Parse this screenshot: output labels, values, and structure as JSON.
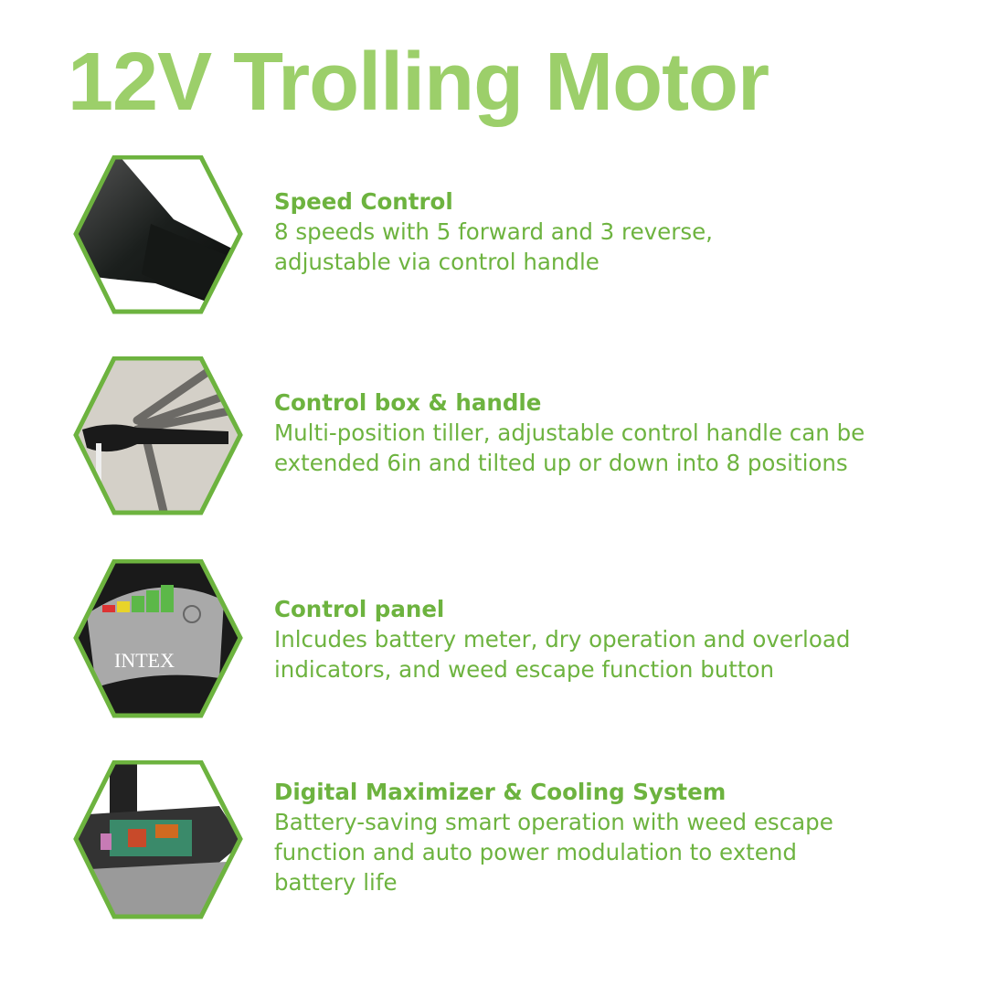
{
  "title": "12V Trolling Motor",
  "colors": {
    "title": "#9ccf6a",
    "accent": "#6db33f"
  },
  "features": [
    {
      "heading": "Speed Control",
      "lines": [
        "8 speeds with 5 forward and 3 reverse,",
        "adjustable via control handle"
      ],
      "image": "speed-control-handle-photo"
    },
    {
      "heading": "Control box & handle",
      "lines": [
        "Multi-position tiller, adjustable control handle can be",
        "extended 6in and tilted up or down into 8 positions"
      ],
      "image": "tiller-handle-photo"
    },
    {
      "heading": "Control panel",
      "lines": [
        "Inlcudes battery meter, dry operation and overload",
        "indicators, and weed escape function button"
      ],
      "image": "control-panel-photo",
      "brand": "INTEX"
    },
    {
      "heading": "Digital Maximizer & Cooling System",
      "lines": [
        "Battery-saving smart operation with weed escape",
        "function and auto power modulation to extend",
        "battery life"
      ],
      "image": "motor-cutaway-photo"
    }
  ]
}
